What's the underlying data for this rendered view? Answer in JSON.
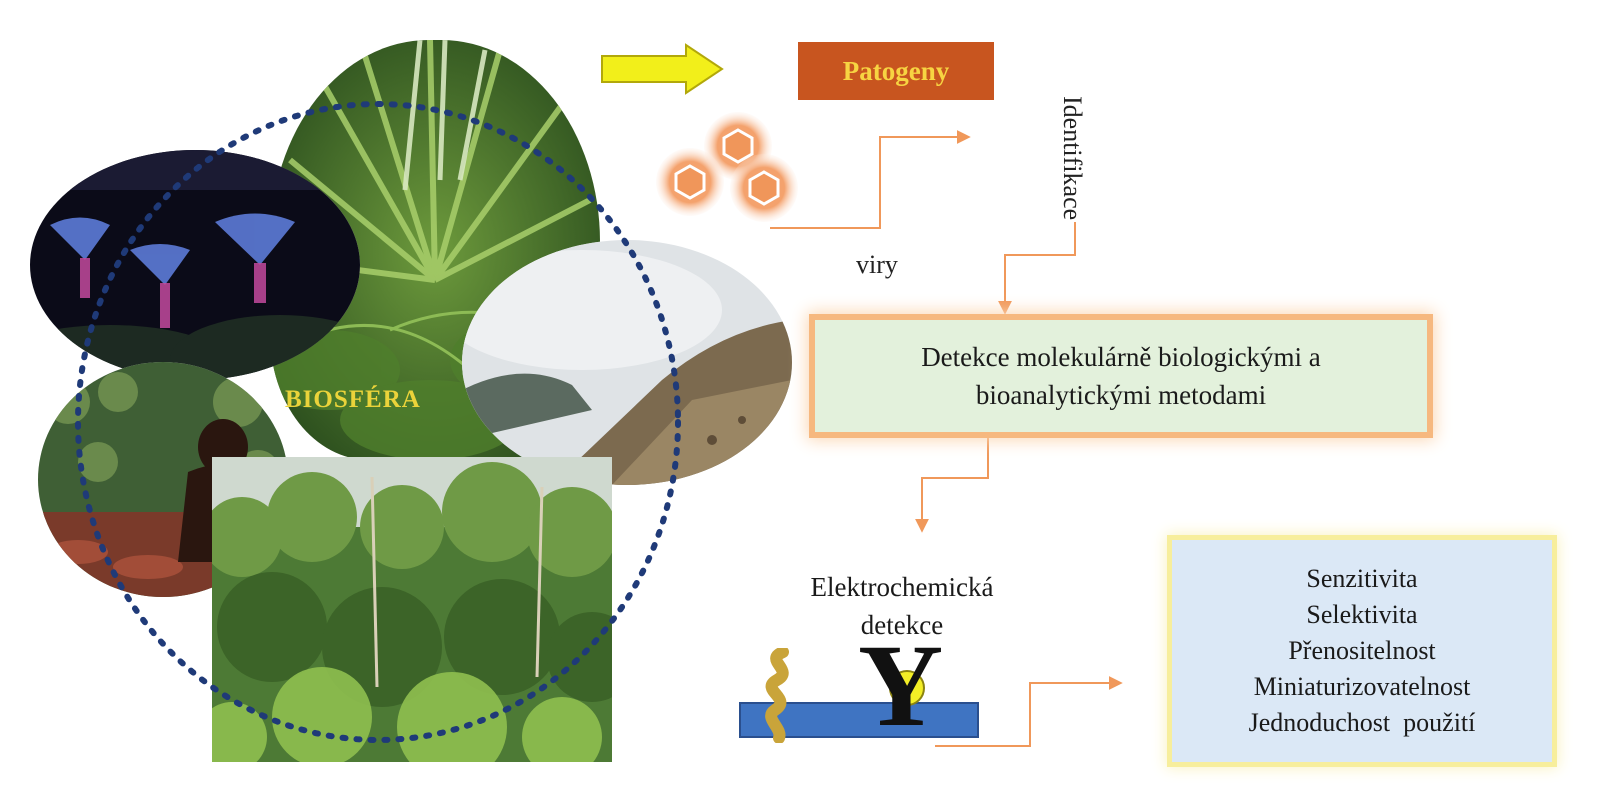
{
  "labels": {
    "biosfera": "BIOSFÉRA",
    "patogeny": "Patogeny",
    "viry": "viry",
    "identifikace": "Identifikace",
    "detection_line1": "Detekce molekulárně biologickými a",
    "detection_line2": "bioanalytickými metodami",
    "electro_line1": "Elektrochemická",
    "electro_line2": "detekce"
  },
  "properties": [
    "Senzitivita",
    "Selektivita",
    "Přenositelnost",
    "Miniaturizovatelnost",
    "Jednoduchost  použití"
  ],
  "photos": [
    "night-garden-photo",
    "palm-leaves-photo",
    "cloudy-mountain-photo",
    "orangutan-photo",
    "rainforest-photo"
  ],
  "colors": {
    "patogeny_bg": "#c8551f",
    "patogeny_text": "#f7d442",
    "arrow_yellow": "#f2ef1a",
    "connector": "#f0985a",
    "circle_dots": "#1f3a78",
    "detection_bg": "#e3f1dc",
    "properties_bg": "#dbe8f6",
    "electrode": "#3f74c2",
    "virus_fill": "#f4a26d"
  }
}
